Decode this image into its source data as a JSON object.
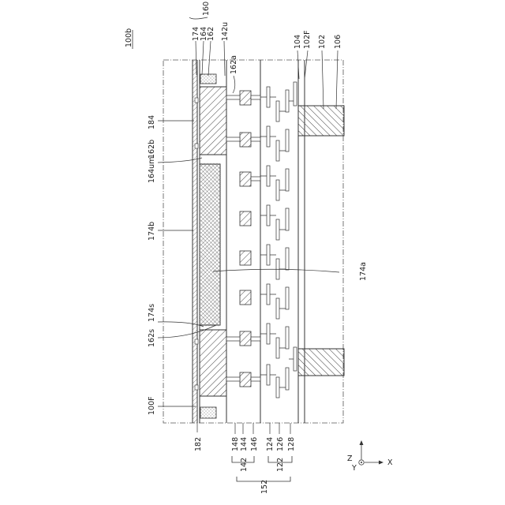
{
  "figure_label": "100b",
  "labels": {
    "l174": "174",
    "l164": "164",
    "l162": "162",
    "l160": "160",
    "l142u": "142u",
    "l162a": "162a",
    "l104": "104",
    "l102F": "102F",
    "l102": "102",
    "l106": "106",
    "l184": "184",
    "l164um": "164um",
    "l162b": "162b",
    "l174b": "174b",
    "l174a": "174a",
    "l174s": "174s",
    "l162s": "162s",
    "l100F": "100F",
    "l182": "182",
    "l148": "148",
    "l144": "144",
    "l146": "146",
    "l142": "142",
    "l124": "124",
    "l126": "126",
    "l128": "128",
    "l122": "122",
    "l152": "152"
  },
  "axes": {
    "z": "Z",
    "x": "X",
    "y": "Y"
  },
  "colors": {
    "line": "#333333",
    "hatch": "#444444",
    "background": "#ffffff"
  }
}
